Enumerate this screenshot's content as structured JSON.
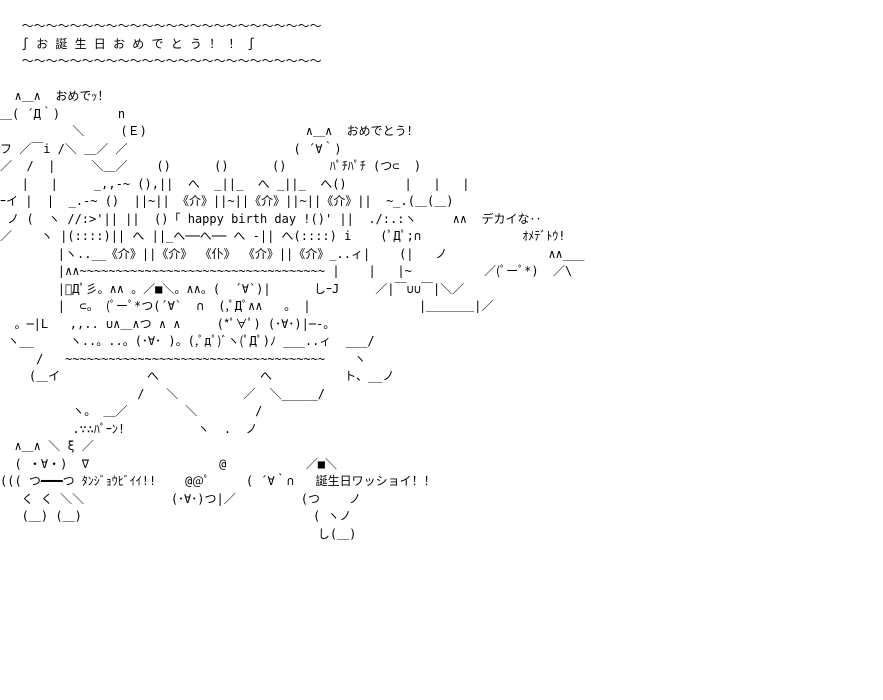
{
  "art": {
    "lines": [
      "   ～～～～～～～～～～～～～～～～～～～～～～～～～",
      "   ∫ お 誕 生 日 お め で と う ！ ！ ∫",
      "   ～～～～～～～～～～～～～～～～～～～～～～～～～",
      "",
      "  ∧＿∧  おめでｯ！",
      "＿( ´Д｀)        n",
      "          ＼     (Ｅ)                      ∧＿∧  おめでとう！",
      "フ ／￣i /＼ ＿／ ／                       ( ´∀｀)",
      "／  /  |     ＼＿／    ()      ()      ()      ﾊﾟﾁﾊﾟﾁ (つ⊂  )",
      "   |   |     _,,-~ (),||  へ  _||_  へ _||_  へ()        |   |   |",
      "ｰイ |  |  _.-~ ()  ||~|| 《介》||~||《介》||~||《介》||  ~_.(＿(＿)",
      " ノ (  ヽ //:>'|| ||  ()「 happy birth day !()' ||  ./:.:ヽ     ∧∧  デカイな‥",
      "／    ヽ |(::::)|| へ ||_へ──へ── へ -|| へ(::::) i    (ﾟДﾟ;∩              ｵﾒﾃﾞﾄｳ!",
      "        |ヽ..__《介》||《介》 《仆》 《介》||《介》_..ィ|    (|   ノ              ∧∧___",
      "        |∧∧~~~~~~~~~~~~~~~~~~~~~~~~~~~~~~~~~~ |    |   |~          ／(ﾟーﾟ*)  ／\\",
      "        |ﾟДﾟ彡。∧∧ 。／■＼。∧∧。(  ´∀`)|      しｰJ     ／|￣∪∪￣|＼／",
      "        |  ⊂。 (ﾟーﾟ*つ(´∀`  ∩  (,ﾟДﾟ∧∧   。 |               |＿＿＿＿|／",
      "  。─|L   ,,.. ∪∧＿∧つ ∧ ∧     (*ﾟ∀ﾟ) (･∀･)|─-。",
      " ヽ__     ヽ..。..。(･∀･ )。(,ﾟдﾟ)ﾞヽ(ﾟДﾟ)ﾉ ___..ィ  ___/",
      "     /   ~~~~~~~~~~~~~~~~~~~~~~~~~~~~~~~~~~~~    ヽ",
      "    (＿イ            へ              へ          ト、__ノ",
      "                   /   ＼         ／  ＼_____/",
      "          ヽ。 ＿／        ＼        /",
      "          .∵∴ﾊﾟｰﾝ!          ヽ  .  ノ",
      "  ∧＿∧ ＼ ξ ／",
      "  ( ・∀・)  ∇                  @           ／■＼",
      "((( つ━━━つ ﾀﾝｼﾞｮｳﾋﾞｲｲ!!    @@ﾟ     ( ´∀｀∩   誕生日ワッショイ！！",
      "   く く ＼＼            (･∀･)つ|／         (つ    ノ",
      "   (＿) (＿)                                ( ヽノ",
      "                                            し(＿)"
    ]
  }
}
